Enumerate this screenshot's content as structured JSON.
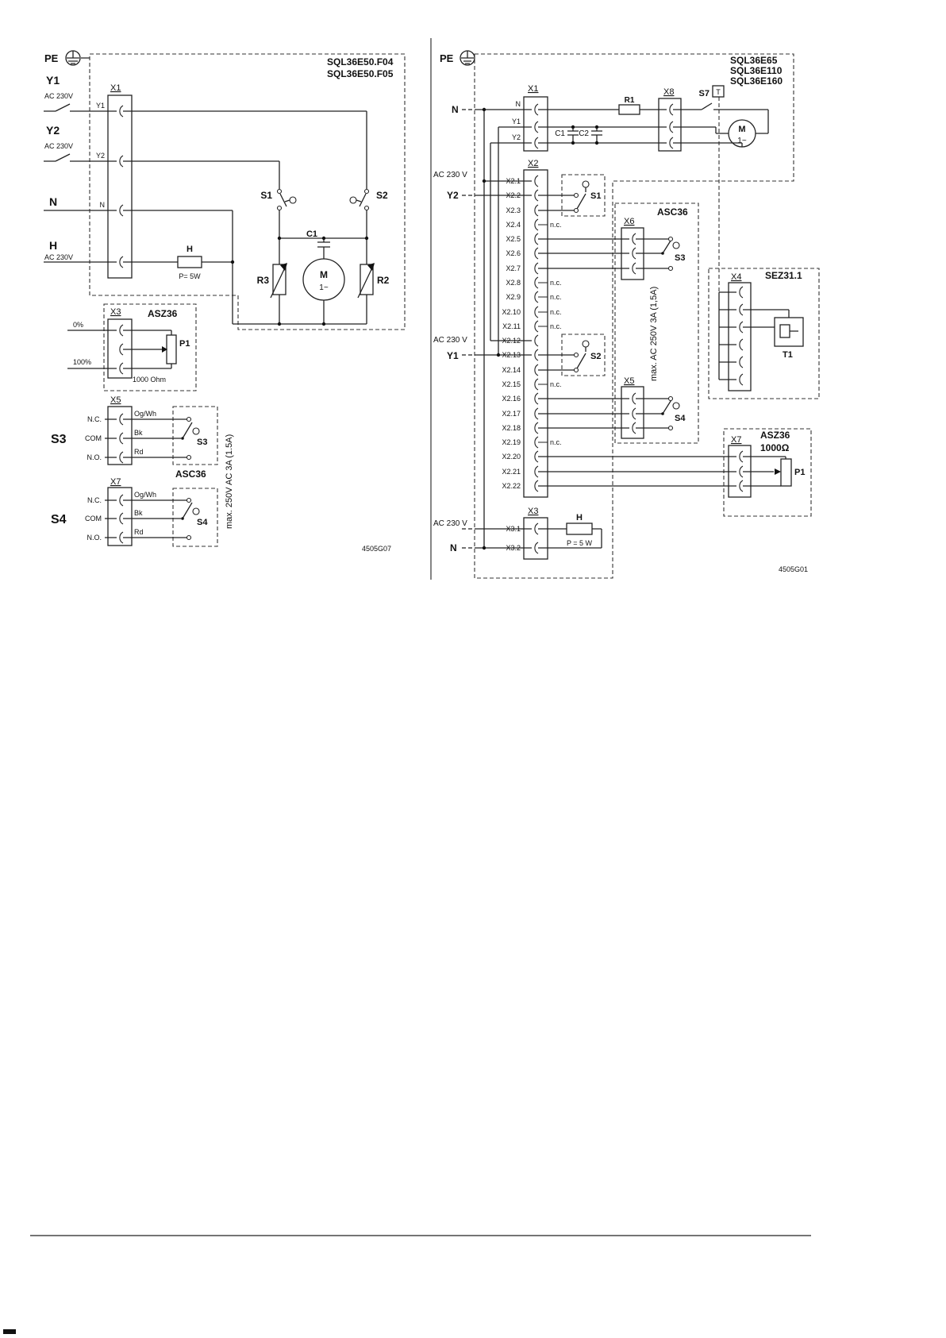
{
  "left": {
    "titles": [
      "SQL36E50.F04",
      "SQL36E50.F05"
    ],
    "pe": "PE",
    "in_y1": "Y1",
    "in_y1_v": "AC 230V",
    "in_y2": "Y2",
    "in_y2_v": "AC 230V",
    "in_n": "N",
    "in_h": "H",
    "in_h_v": "AC 230V",
    "x1": {
      "label": "X1",
      "terminals": [
        "Y1",
        "Y2",
        "N",
        ""
      ]
    },
    "s1": "S1",
    "s2": "S2",
    "c1": "C1",
    "r3": "R3",
    "r2": "R2",
    "motor": "M",
    "motor_phase": "1~",
    "heater": "H",
    "heater_power": "P= 5W",
    "x3": "X3",
    "asz36": "ASZ36",
    "pct0": "0%",
    "pct100": "100%",
    "p1": "P1",
    "ohm": "1000 Ohm",
    "s3_big": "S3",
    "s4_big": "S4",
    "x5": "X5",
    "x7": "X7",
    "nc": "N.C.",
    "com": "COM",
    "no": "N.O.",
    "w_ogwh": "Og/Wh",
    "w_bk": "Bk",
    "w_rd": "Rd",
    "s3": "S3",
    "s4": "S4",
    "asc36": "ASC36",
    "rating": "max. 250V AC 3A (1.5A)",
    "code": "4505G07"
  },
  "right": {
    "titles": [
      "SQL36E65",
      "SQL36E110",
      "SQL36E160"
    ],
    "pe": "PE",
    "in_n_top": "N",
    "ac230_1": "AC 230 V",
    "in_y2": "Y2",
    "ac230_2": "AC 230 V",
    "in_y1": "Y1",
    "ac230_3": "AC 230 V",
    "in_n_bottom": "N",
    "x1": {
      "label": "X1",
      "terminals": [
        "N",
        "Y1",
        "Y2"
      ]
    },
    "x2": {
      "label": "X2",
      "terminals": [
        "X2.1",
        "X2.2",
        "X2.3",
        "X2.4",
        "X2.5",
        "X2.6",
        "X2.7",
        "X2.8",
        "X2.9",
        "X2.10",
        "X2.11",
        "X2.12",
        "X2.13",
        "X2.14",
        "X2.15",
        "X2.16",
        "X2.17",
        "X2.18",
        "X2.19",
        "X2.20",
        "X2.21",
        "X2.22"
      ],
      "nc": [
        "X2.4",
        "X2.8",
        "X2.9",
        "X2.10",
        "X2.11",
        "X2.15",
        "X2.19"
      ],
      "nc_label": "n.c."
    },
    "x3": {
      "label": "X3",
      "terminals": [
        "X3.1",
        "X3.2"
      ]
    },
    "x4": "X4",
    "x5": "X5",
    "x6": "X6",
    "x7": "X7",
    "x8": "X8",
    "r1": "R1",
    "c1": "C1",
    "c2": "C2",
    "s1": "S1",
    "s2": "S2",
    "s3": "S3",
    "s4": "S4",
    "s7": "S7",
    "t": "T",
    "t1": "T1",
    "motor": "M",
    "motor_phase": "1~",
    "heater": "H",
    "heater_power": "P = 5 W",
    "asc36": "ASC36",
    "rating": "max. AC 250V 3A (1,5A)",
    "sez": "SEZ31.1",
    "asz36": "ASZ36",
    "asz_ohm": "1000Ω",
    "p1": "P1",
    "code": "4505G01"
  }
}
